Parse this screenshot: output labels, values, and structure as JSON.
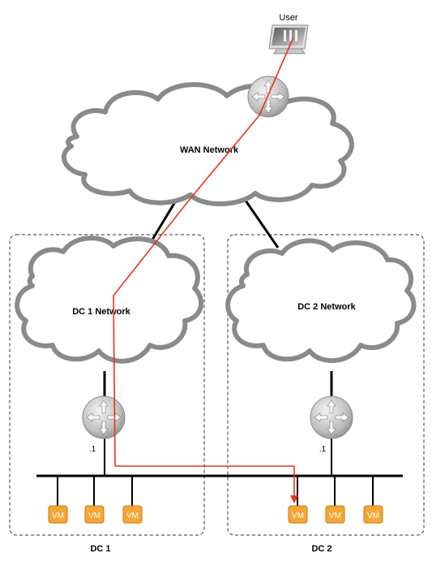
{
  "user": {
    "label": "User"
  },
  "wan": {
    "label": "WAN Network"
  },
  "dc1": {
    "network_label": "DC 1 Network",
    "footer_label": "DC 1",
    "gateway_label": ".1",
    "vms": [
      "VM",
      "VM",
      "VM"
    ]
  },
  "dc2": {
    "network_label": "DC 2 Network",
    "footer_label": "DC 2",
    "gateway_label": ".1",
    "vms": [
      "VM",
      "VM",
      "VM"
    ]
  },
  "colors": {
    "path": "#e8321e",
    "vm_fill": "#f4a636",
    "vm_stroke": "#c77b10",
    "cloud_stroke": "#8a8a8a",
    "router_fill": "#c8c8c8"
  }
}
